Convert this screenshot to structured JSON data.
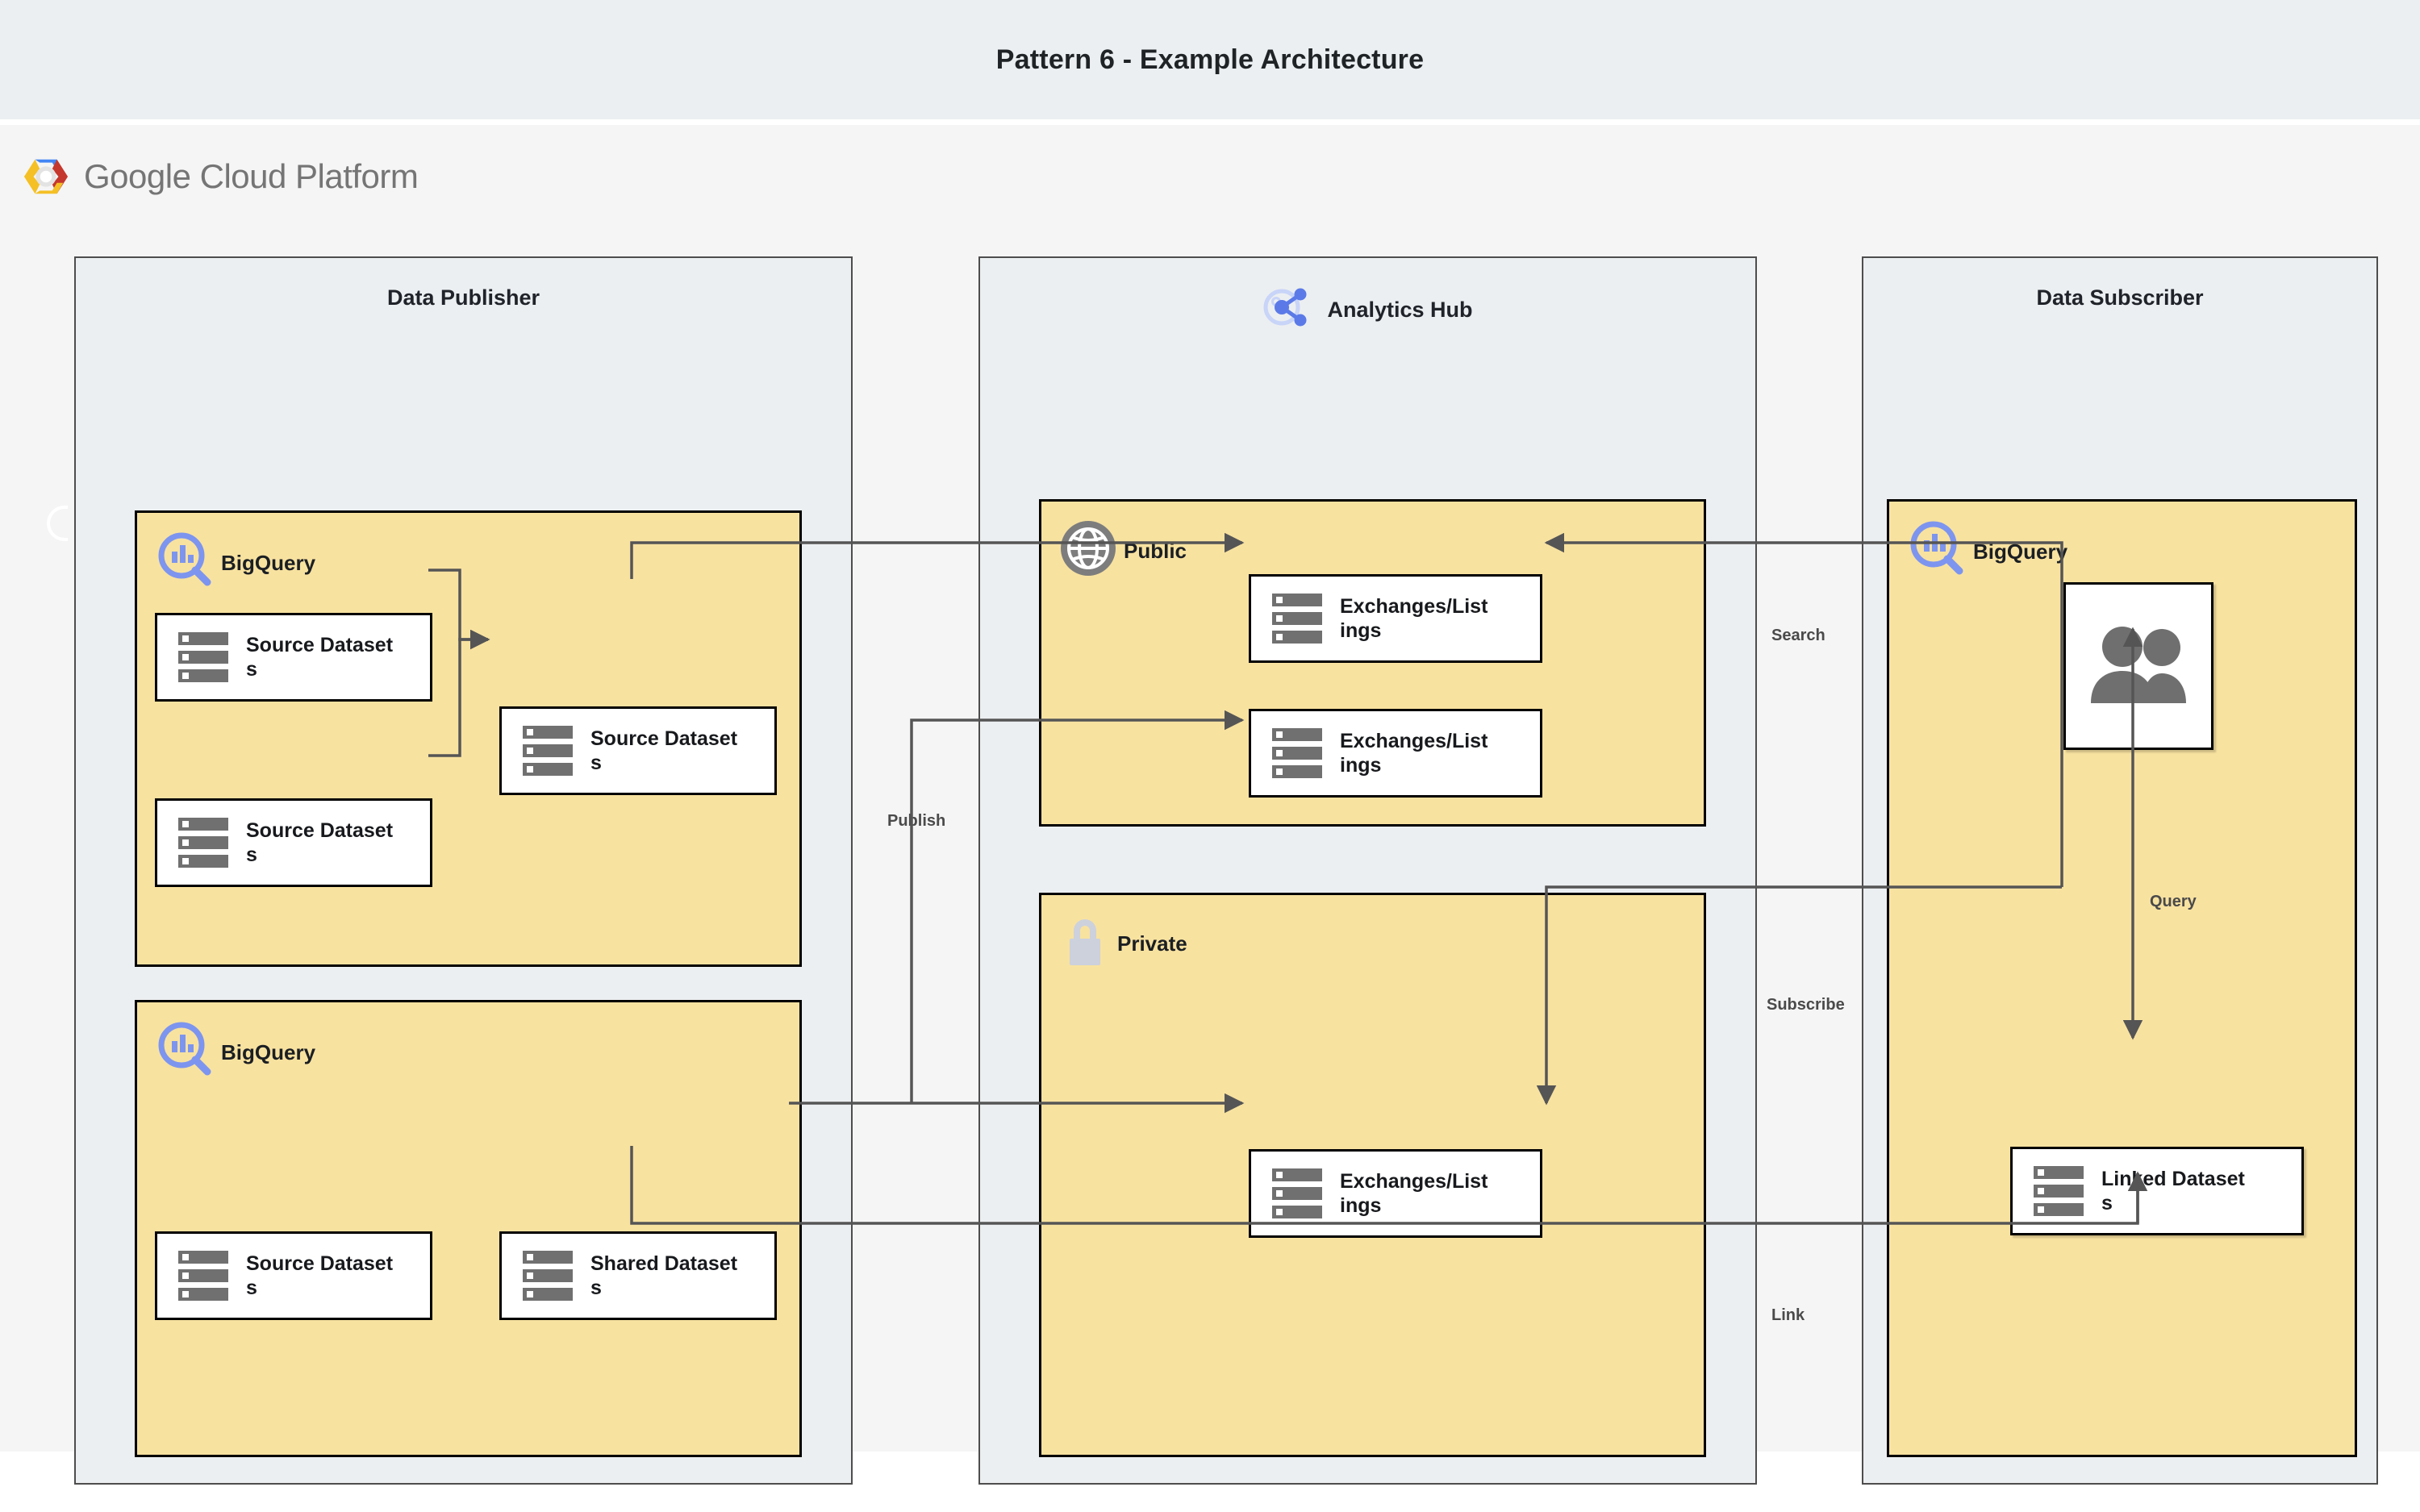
{
  "page": {
    "title": "Pattern 6 - Example Architecture",
    "background_color": "#f5f5f5",
    "titlebar_color": "#eceff1"
  },
  "brand": {
    "logo_icon": "gcp-hexagon-logo",
    "name_bold": "Google",
    "name_rest": " Cloud Platform"
  },
  "palette": {
    "zone_fill": "#eceff1",
    "group_fill": "#f8e2a0",
    "node_fill": "#ffffff",
    "border": "#000000",
    "wire": "#555555",
    "icon_gray": "#707070",
    "bigquery_blue": "#7d95ef"
  },
  "zones": [
    {
      "id": "data-publisher",
      "title": "Data Publisher",
      "icon": null,
      "groups": [
        {
          "id": "publisher-bigquery-top",
          "label": "BigQuery",
          "icon": "bigquery-icon",
          "nodes": [
            {
              "id": "pub-source-1",
              "label": "Source Datasets",
              "icon": "dataset-icon"
            },
            {
              "id": "pub-source-2",
              "label": "Source Datasets",
              "icon": "dataset-icon"
            },
            {
              "id": "pub-source-3",
              "label": "Source Datasets",
              "icon": "dataset-icon"
            }
          ]
        },
        {
          "id": "publisher-bigquery-bottom",
          "label": "BigQuery",
          "icon": "bigquery-icon",
          "nodes": [
            {
              "id": "pub-source-4",
              "label": "Source Datasets",
              "icon": "dataset-icon"
            },
            {
              "id": "pub-shared-1",
              "label": "Shared Datasets",
              "icon": "dataset-icon"
            }
          ]
        }
      ]
    },
    {
      "id": "analytics-hub",
      "title": "Analytics Hub",
      "icon": "analytics-hub-share-icon",
      "groups": [
        {
          "id": "hub-public",
          "label": "Public",
          "icon": "globe-icon",
          "nodes": [
            {
              "id": "hub-listing-1",
              "label": "Exchanges/Listings",
              "icon": "dataset-icon"
            },
            {
              "id": "hub-listing-2",
              "label": "Exchanges/Listings",
              "icon": "dataset-icon"
            }
          ]
        },
        {
          "id": "hub-private",
          "label": "Private",
          "icon": "lock-icon",
          "nodes": [
            {
              "id": "hub-listing-3",
              "label": "Exchanges/Listings",
              "icon": "dataset-icon"
            }
          ]
        }
      ]
    },
    {
      "id": "data-subscriber",
      "title": "Data Subscriber",
      "icon": null,
      "groups": [
        {
          "id": "subscriber-bigquery",
          "label": "BigQuery",
          "icon": "bigquery-icon",
          "nodes": [
            {
              "id": "sub-users",
              "label": "",
              "icon": "users-icon"
            },
            {
              "id": "sub-linked",
              "label": "Linked Datasets",
              "icon": "dataset-icon"
            }
          ]
        }
      ]
    }
  ],
  "edge_labels": [
    {
      "id": "publish",
      "text": "Publish"
    },
    {
      "id": "search",
      "text": "Search"
    },
    {
      "id": "subscribe",
      "text": "Subscribe"
    },
    {
      "id": "query",
      "text": "Query"
    },
    {
      "id": "link",
      "text": "Link"
    }
  ]
}
